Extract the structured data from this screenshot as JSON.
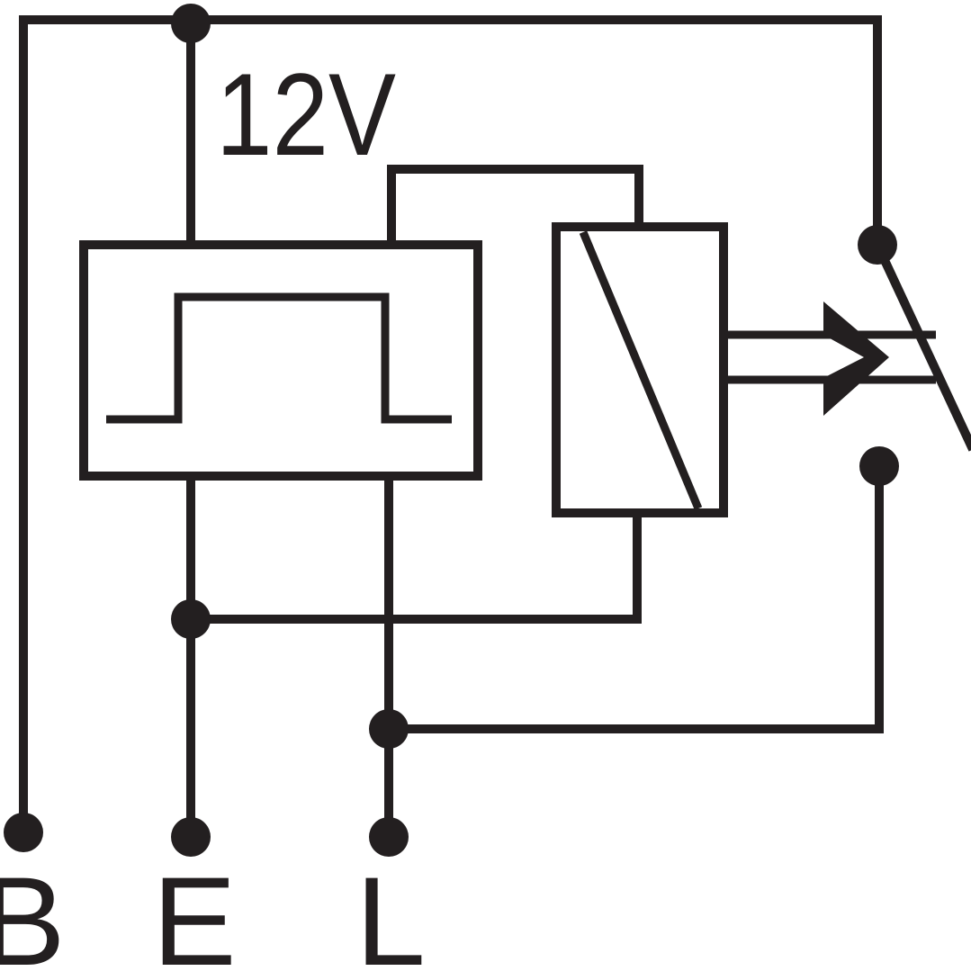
{
  "voltage_label": "12V",
  "terminals": [
    {
      "id": "B",
      "label": "B"
    },
    {
      "id": "E",
      "label": "E"
    },
    {
      "id": "L",
      "label": "L"
    }
  ],
  "colors": {
    "line": "#231f20",
    "background": "#ffffff"
  },
  "icons": [
    "pulse-waveform-icon",
    "relay-coil-icon",
    "switch-contact-arrow-icon"
  ]
}
